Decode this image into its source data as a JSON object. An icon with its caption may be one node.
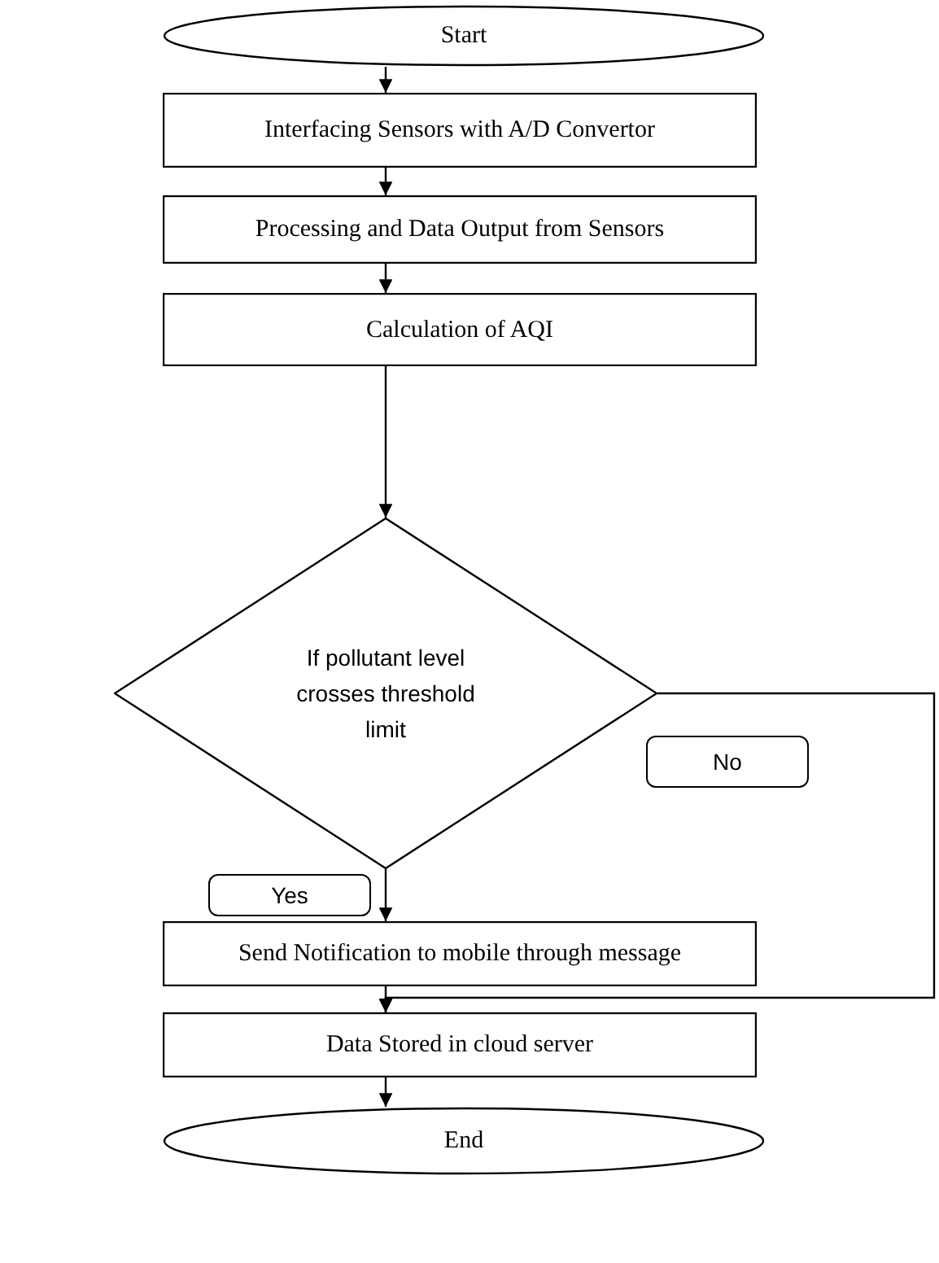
{
  "diagram": {
    "nodes": [
      {
        "text": [
          "Start"
        ]
      },
      {
        "text": [
          "Interfacing Sensors with A/D Convertor"
        ]
      },
      {
        "text": [
          "Processing and Data Output from Sensors"
        ]
      },
      {
        "text": [
          "Calculation of AQI"
        ]
      },
      {
        "text": [
          "If pollutant level crosses threshold limit"
        ]
      },
      {
        "text": [
          "Send Notification to mobile through message"
        ]
      },
      {
        "text": [
          "Data Stored in cloud server"
        ]
      },
      {
        "text": [
          "End"
        ]
      }
    ],
    "edges": [
      {
        "from": 0,
        "to": 1,
        "arrow": "to"
      },
      {
        "from": 1,
        "to": 2,
        "arrow": "to"
      },
      {
        "from": 2,
        "to": 3,
        "arrow": "to"
      },
      {
        "from": 3,
        "to": 4,
        "arrow": "to"
      },
      {
        "from": 4,
        "to": 5,
        "arrow": "to",
        "label": "Yes"
      },
      {
        "from": 5,
        "to": 6,
        "arrow": "to"
      },
      {
        "from": 4,
        "to": 6,
        "arrow": "to",
        "label": "No"
      },
      {
        "from": 6,
        "to": 7,
        "arrow": "to"
      }
    ]
  }
}
